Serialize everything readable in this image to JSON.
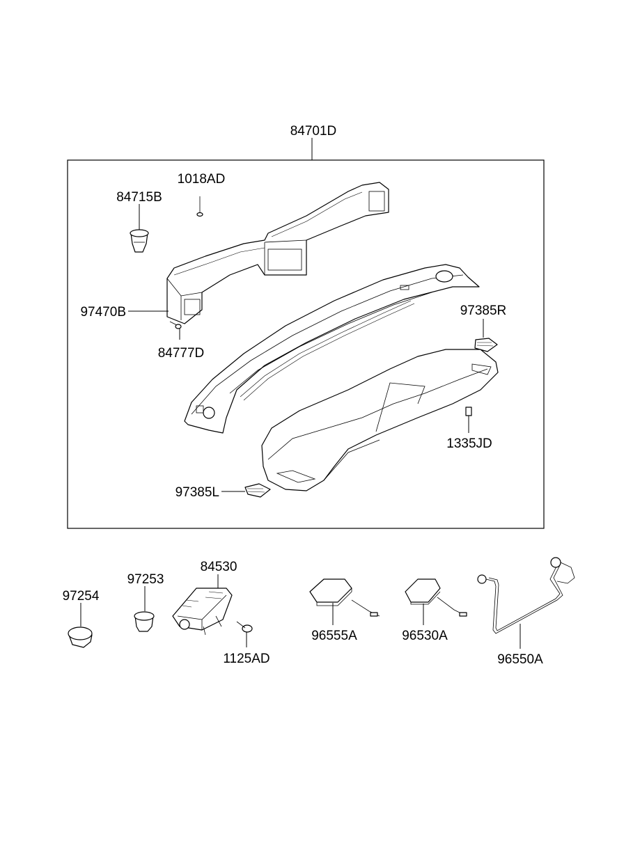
{
  "labels": {
    "assembly": "84701D",
    "bolt_top": "1018AD",
    "grommet": "84715B",
    "duct": "97470B",
    "screw": "84777D",
    "cover_right": "97385R",
    "clip": "1335JD",
    "cover_left": "97385L",
    "cap": "97254",
    "plug": "97253",
    "airbag": "84530",
    "bolt_bottom": "1125AD",
    "module_a": "96555A",
    "module_b": "96530A",
    "harness": "96550A"
  },
  "colors": {
    "line": "#000000",
    "background": "#ffffff",
    "part_fill": "#ffffff",
    "shade": "#d8d8d8"
  }
}
